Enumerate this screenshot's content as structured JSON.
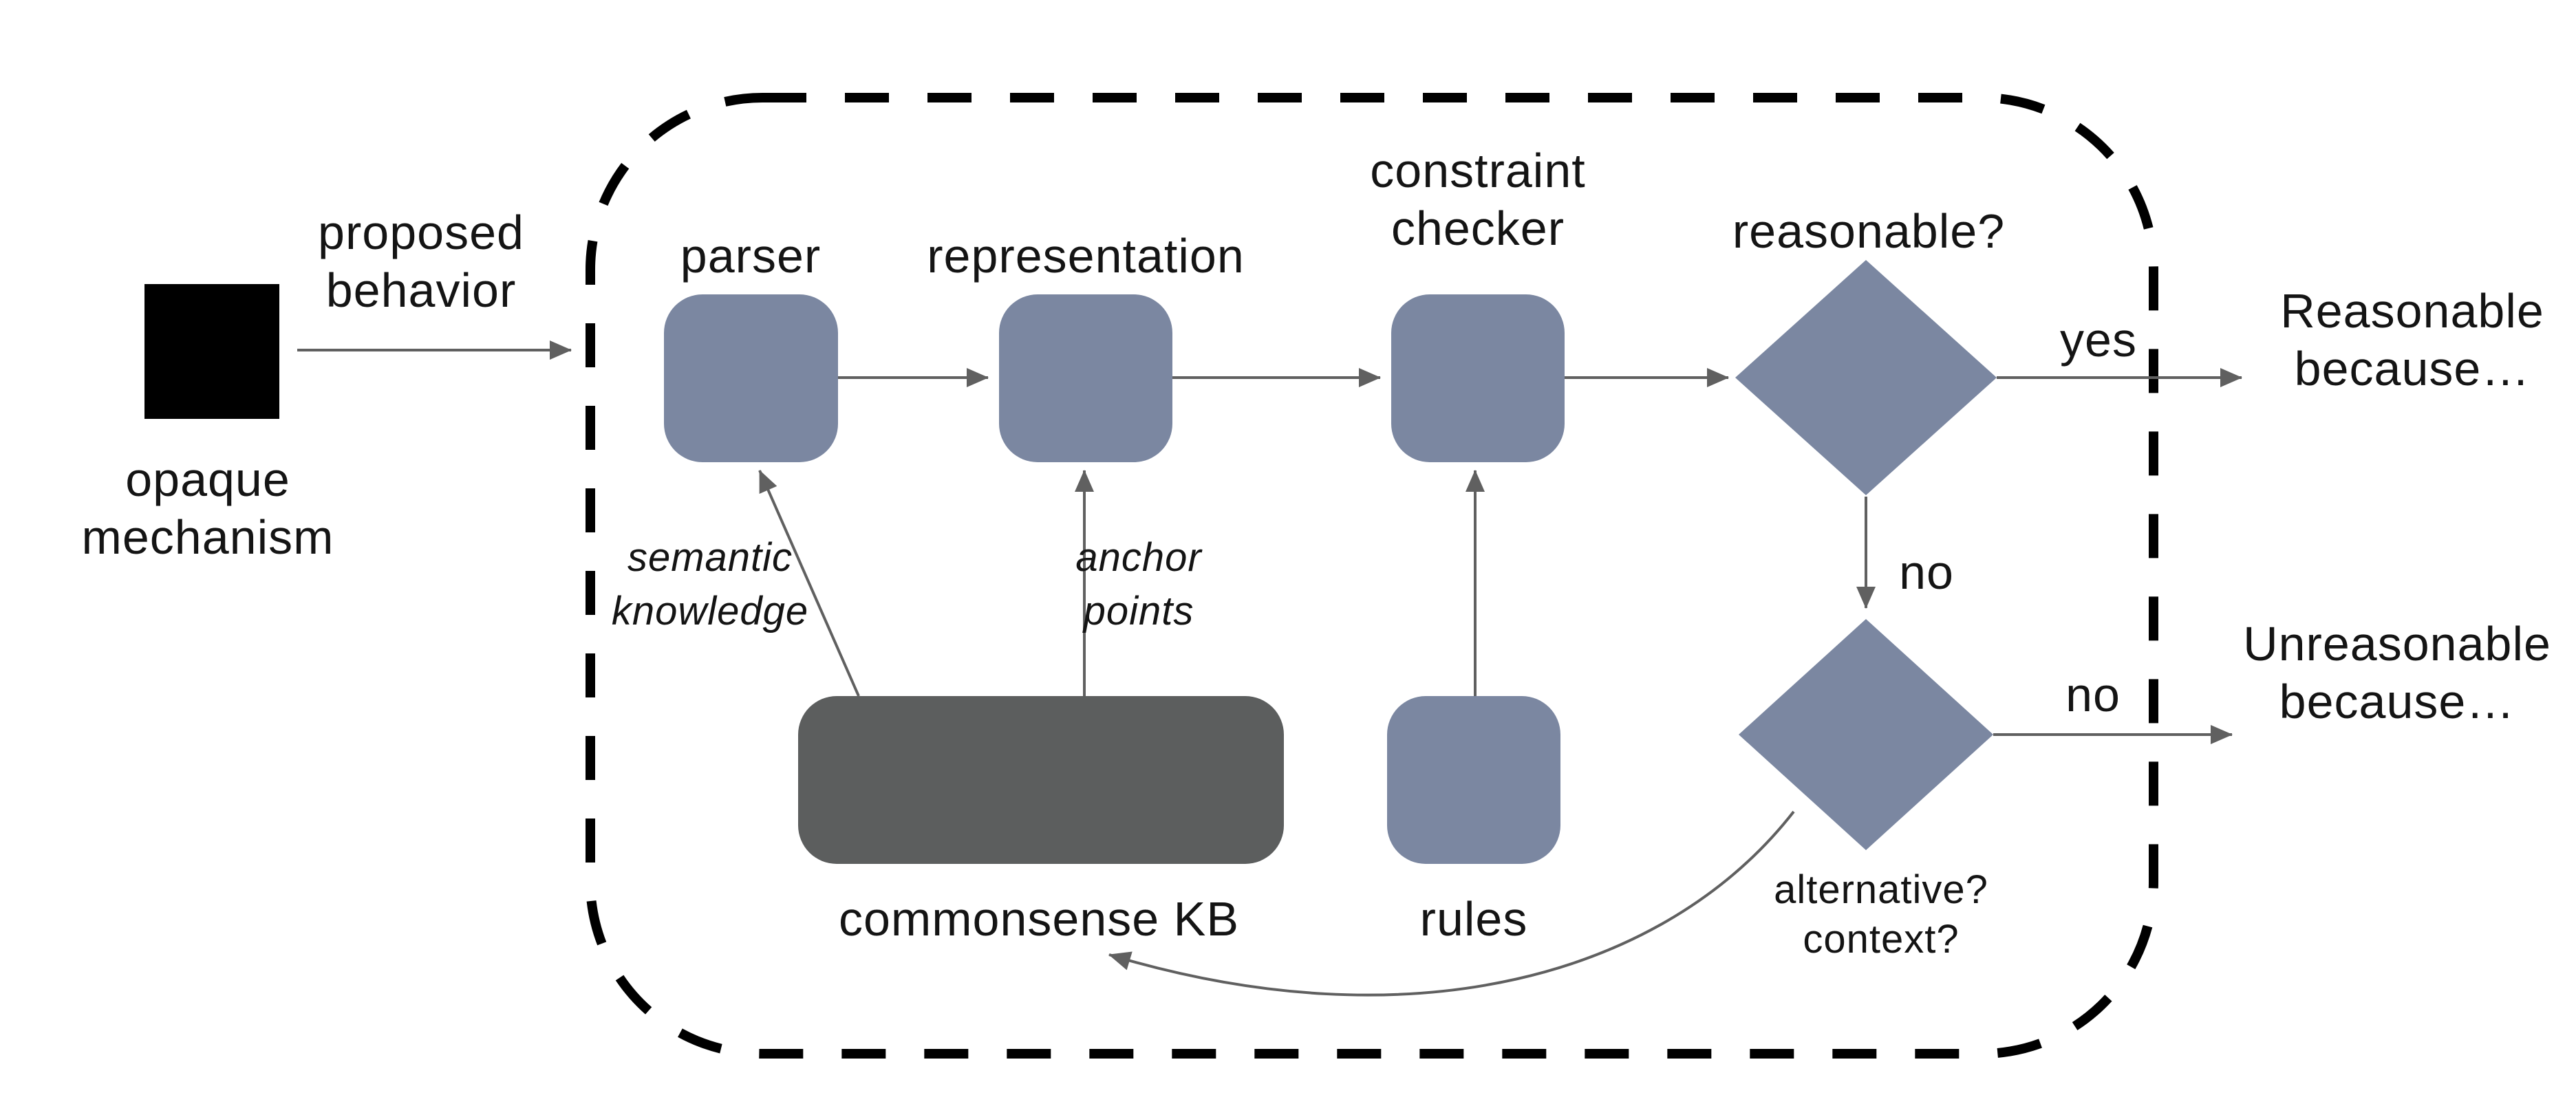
{
  "colors": {
    "node_fill": "#7b87a1",
    "kb_fill": "#5c5e5e",
    "arrow": "#606060",
    "boundary": "#000000",
    "black_box": "#000000",
    "text": "#141414"
  },
  "outside": {
    "opaque": {
      "line1": "opaque",
      "line2": "mechanism"
    },
    "proposed": {
      "line1": "proposed",
      "line2": "behavior"
    },
    "reasonable_out": {
      "line1": "Reasonable",
      "line2": "because…"
    },
    "unreasonable_out": {
      "line1": "Unreasonable",
      "line2": "because…"
    }
  },
  "pipeline": {
    "parser": "parser",
    "representation": "representation",
    "constraint": {
      "line1": "constraint",
      "line2": "checker"
    },
    "reasonable_q": "reasonable?",
    "kb": "commonsense KB",
    "rules": "rules",
    "semantic": {
      "line1": "semantic",
      "line2": "knowledge"
    },
    "anchor": {
      "line1": "anchor",
      "line2": "points"
    },
    "alternative": {
      "line1": "alternative?",
      "line2": "context?"
    },
    "yes": "yes",
    "no_down": "no",
    "no_right": "no"
  }
}
